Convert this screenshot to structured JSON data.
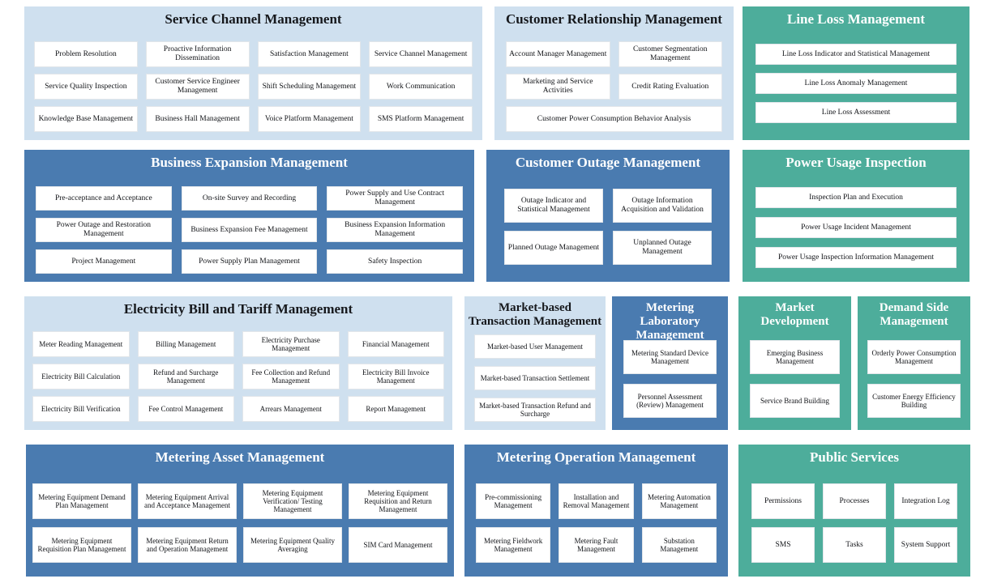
{
  "diagram": {
    "title_bar": "",
    "colors": {
      "light_panel": "#cfe0ef",
      "blue_panel": "#4a7bb0",
      "teal_panel": "#4dad9b",
      "cell": "#ffffff"
    }
  },
  "panels": [
    {
      "id": "service-channel-management",
      "title": "Service Channel Management",
      "theme": "light",
      "items": [
        "Problem Resolution",
        "Proactive Information Dissemination",
        "Satisfaction Management",
        "Service Channel Management",
        "Service Quality Inspection",
        "Customer Service Engineer Management",
        "Shift Scheduling Management",
        "Work Communication",
        "Knowledge Base Management",
        "Business Hall Management",
        "Voice Platform Management",
        "SMS Platform Management"
      ]
    },
    {
      "id": "customer-relationship-management",
      "title": "Customer Relationship Management",
      "theme": "light",
      "items": [
        "Account Manager Management",
        "Customer Segmentation Management",
        "Marketing and Service Activities",
        "Credit Rating Evaluation",
        "Customer Power Consumption Behavior Analysis"
      ]
    },
    {
      "id": "line-loss-management",
      "title": "Line Loss Management",
      "theme": "teal",
      "items": [
        "Line Loss Indicator and Statistical Management",
        "Line Loss Anomaly Management",
        "Line Loss Assessment"
      ]
    },
    {
      "id": "business-expansion-management",
      "title": "Business Expansion Management",
      "theme": "blue",
      "items": [
        "Pre-acceptance and Acceptance",
        "On-site Survey and Recording",
        "Power Supply and Use Contract Management",
        "Power Outage and Restoration Management",
        "Business Expansion Fee Management",
        "Business Expansion Information Management",
        "Project Management",
        "Power Supply Plan Management",
        "Safety Inspection"
      ]
    },
    {
      "id": "customer-outage-management",
      "title": "Customer Outage Management",
      "theme": "blue",
      "items": [
        "Outage Indicator and Statistical Management",
        "Outage Information Acquisition and Validation",
        "Planned Outage Management",
        "Unplanned Outage Management"
      ]
    },
    {
      "id": "power-usage-inspection",
      "title": "Power Usage Inspection",
      "theme": "teal",
      "items": [
        "Inspection Plan and Execution",
        "Power Usage Incident Management",
        "Power Usage Inspection Information Management"
      ]
    },
    {
      "id": "electricity-bill-and-tariff-management",
      "title": "Electricity Bill and Tariff Management",
      "theme": "light",
      "items": [
        "Meter Reading Management",
        "Billing Management",
        "Electricity Purchase Management",
        "Financial Management",
        "Electricity Bill Calculation",
        "Refund and Surcharge Management",
        "Fee Collection and Refund Management",
        "Electricity Bill Invoice Management",
        "Electricity Bill Verification",
        "Fee Control Management",
        "Arrears Management",
        "Report Management"
      ]
    },
    {
      "id": "market-based-transaction-management",
      "title": "Market-based Transaction Management",
      "theme": "light",
      "items": [
        "Market-based User Management",
        "Market-based Transaction Settlement",
        "Market-based Transaction Refund and Surcharge"
      ]
    },
    {
      "id": "metering-laboratory-management",
      "title": "Metering Laboratory Management",
      "theme": "blue",
      "items": [
        "Metering Standard Device Management",
        "Personnel Assessment (Review) Management"
      ]
    },
    {
      "id": "market-development",
      "title": "Market Development",
      "theme": "teal",
      "items": [
        "Emerging Business Management",
        "Service Brand Building"
      ]
    },
    {
      "id": "demand-side-management",
      "title": "Demand Side Management",
      "theme": "teal",
      "items": [
        "Orderly Power Consumption Management",
        "Customer Energy Efficiency Building"
      ]
    },
    {
      "id": "metering-asset-management",
      "title": "Metering Asset Management",
      "theme": "blue",
      "items": [
        "Metering Equipment Demand Plan Management",
        "Metering Equipment Arrival and Acceptance Management",
        "Metering Equipment Verification/ Testing Management",
        "Metering Equipment Requisition and Return Management",
        "Metering Equipment Requisition Plan Management",
        "Metering Equipment Return and Operation Management",
        "Metering Equipment Quality Averaging",
        "SIM Card Management"
      ]
    },
    {
      "id": "metering-operation-management",
      "title": "Metering Operation Management",
      "theme": "blue",
      "items": [
        "Pre-commissioning Management",
        "Installation and Removal Management",
        "Metering Automation Management",
        "Metering Fieldwork Management",
        "Metering Fault Management",
        "Substation Management"
      ]
    },
    {
      "id": "public-services",
      "title": "Public Services",
      "theme": "teal",
      "items": [
        "Permissions",
        "Processes",
        "Integration Log",
        "SMS",
        "Tasks",
        "System Support"
      ]
    }
  ]
}
